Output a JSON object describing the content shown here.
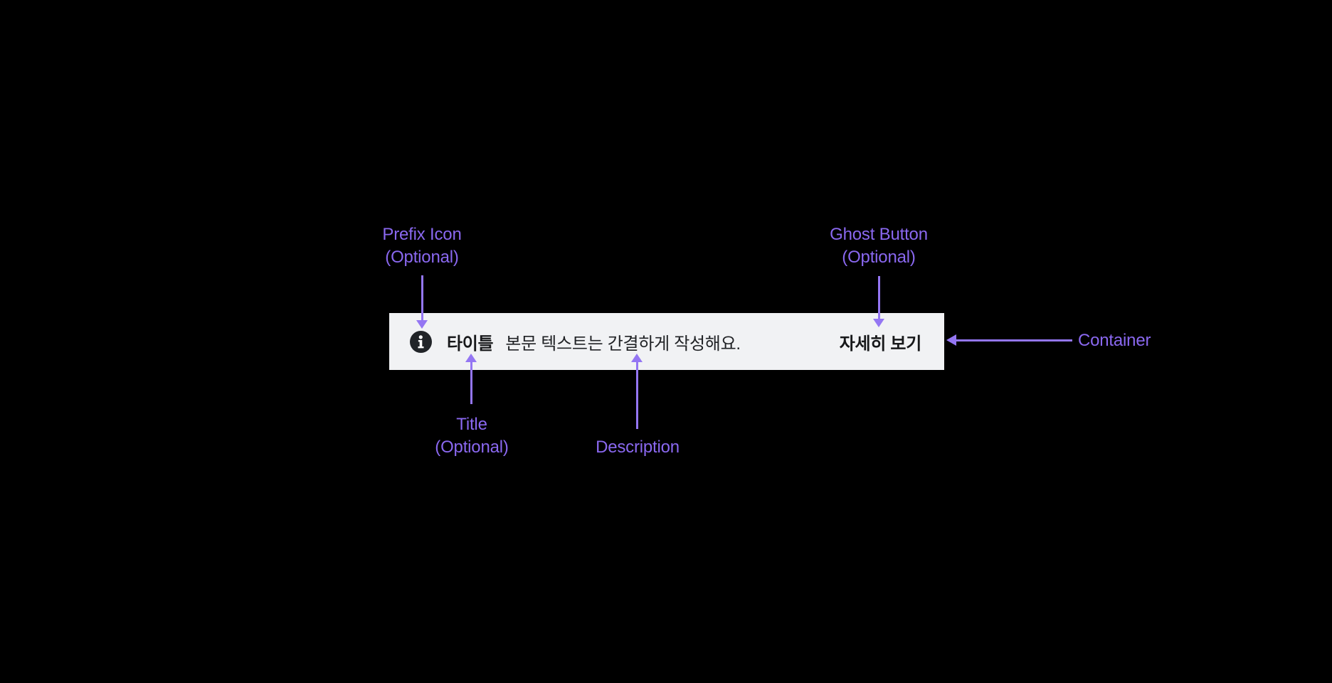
{
  "colors": {
    "accent_label": "#8a68f0",
    "arrow": "#9476f3",
    "banner_bg": "#f1f2f4",
    "banner_title_text": "#17181a",
    "banner_desc_text": "#202225",
    "icon_bg": "#212428",
    "icon_fg": "#ffffff",
    "page_bg": "#000000"
  },
  "banner": {
    "prefix_icon": "info-icon",
    "title": "타이틀",
    "description": "본문 텍스트는 간결하게 작성해요.",
    "ghost_button_label": "자세히 보기"
  },
  "annotations": {
    "prefix_icon": {
      "line1": "Prefix Icon",
      "line2": "(Optional)"
    },
    "ghost_button": {
      "line1": "Ghost Button",
      "line2": "(Optional)"
    },
    "container": {
      "label": "Container"
    },
    "title": {
      "line1": "Title",
      "line2": "(Optional)"
    },
    "description": {
      "label": "Description"
    }
  }
}
